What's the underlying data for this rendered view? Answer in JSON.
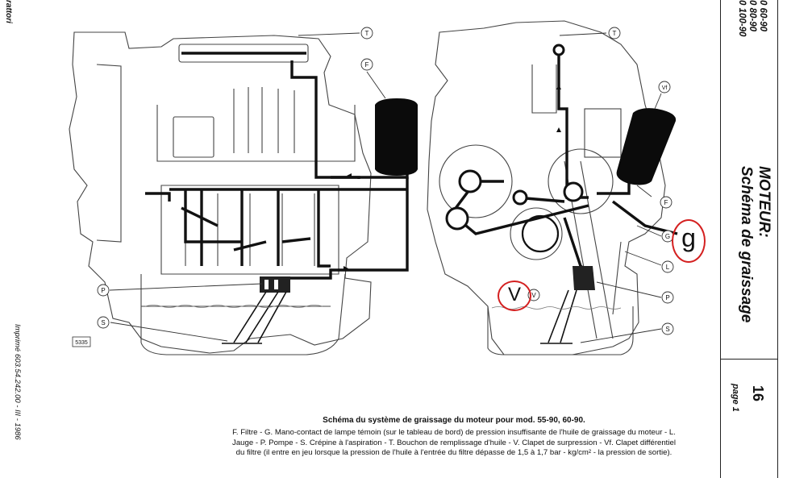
{
  "header": {
    "publisher_fragment": "rattori",
    "models": [
      "0  60-90",
      "0  80-90",
      "0 100-90"
    ],
    "section_title": "MOTEUR:",
    "section_subtitle": "Schéma de graissage",
    "page_number": "16",
    "page_label": "page 1"
  },
  "footer": {
    "print_note": "Imprimé 603.54.242.00 - III - 1986"
  },
  "diagram": {
    "figure_ref": "5335",
    "labels": {
      "T": "T",
      "F": "F",
      "Vf": "Vf",
      "G": "G",
      "L": "L",
      "P": "P",
      "S": "S",
      "V": "V"
    },
    "annotations": {
      "g_mark": "g",
      "v_mark": "V",
      "mark_color": "#d42020"
    }
  },
  "caption": {
    "title": "Schéma du système de graissage du moteur pour mod. 55-90, 60-90.",
    "body": "F. Filtre - G. Mano-contact de lampe témoin (sur le tableau de bord) de pression insuffisante de l'huile de graissage du moteur - L. Jauge - P. Pompe - S. Crépine à l'aspiration - T. Bouchon de remplissage d'huile - V. Clapet de surpression - Vf. Clapet différentiel du filtre (il entre en jeu lorsque la pression de l'huile à l'entrée du filtre dépasse de 1,5 à 1,7 bar - kg/cm² - la pression de sortie)."
  }
}
